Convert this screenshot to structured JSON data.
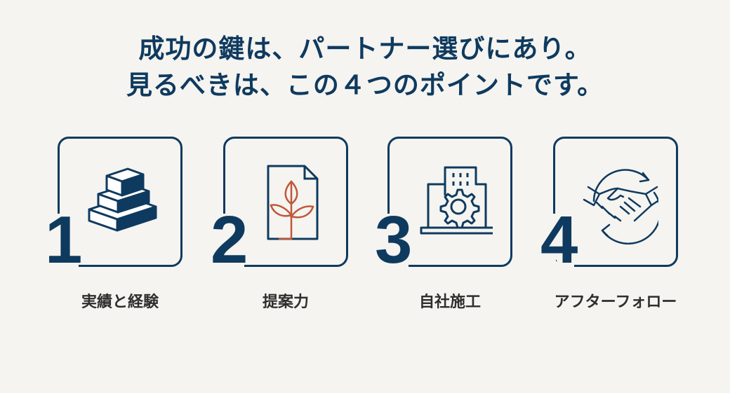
{
  "headline": {
    "line1": "成功の鍵は、パートナー選びにあり。",
    "line2": "見るべきは、この４つのポイントです。"
  },
  "colors": {
    "navy": "#0f3a5f",
    "accent": "#c0573a",
    "background": "#f5f4f0",
    "label": "#2e2e2e"
  },
  "points": [
    {
      "number": "1",
      "label": "実績と経験",
      "icon": "stacked-blocks-icon"
    },
    {
      "number": "2",
      "label": "提案力",
      "icon": "document-plant-icon"
    },
    {
      "number": "3",
      "label": "自社施工",
      "icon": "building-gear-icon"
    },
    {
      "number": "4",
      "label": "アフターフォロー",
      "icon": "handshake-cycle-icon"
    }
  ]
}
